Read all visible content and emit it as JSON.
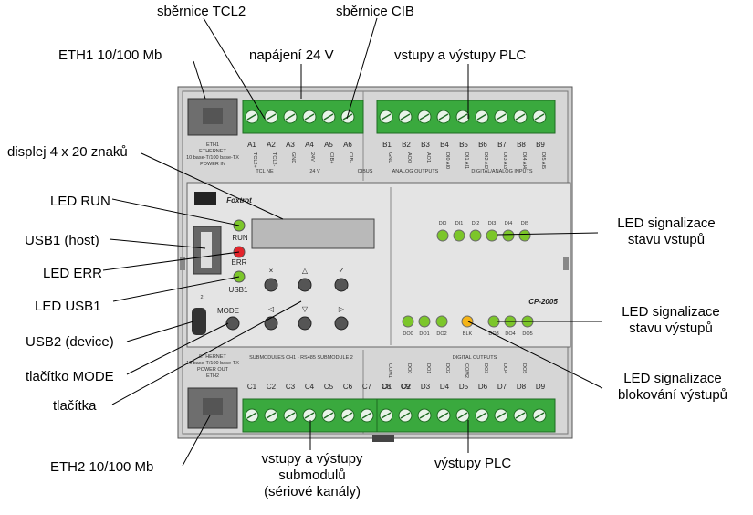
{
  "labels": {
    "tcl2": "sběrnice TCL2",
    "cib": "sběrnice CIB",
    "eth1": "ETH1 10/100 Mb",
    "power": "napájení 24 V",
    "plc_io": "vstupy a výstupy PLC",
    "display": "displej 4 x 20 znaků",
    "led_run": "LED RUN",
    "usb1_host": "USB1 (host)",
    "led_err": "LED ERR",
    "led_usb1": "LED USB1",
    "usb2": "USB2 (device)",
    "mode_btn": "tlačítko MODE",
    "buttons": "tlačítka",
    "eth2": "ETH2 10/100 Mb",
    "sub_line1": "vstupy a výstupy",
    "sub_line2": "submodulů",
    "sub_line3": "(sériové kanály)",
    "plc_out": "výstupy PLC",
    "in_led_1": "LED signalizace",
    "in_led_2": "stavu vstupů",
    "out_led_1": "LED signalizace",
    "out_led_2": "stavu výstupů",
    "blk_led_1": "LED signalizace",
    "blk_led_2": "blokování výstupů"
  },
  "device": {
    "brand": "Foxtrot",
    "model": "CP-2005",
    "run_label": "RUN",
    "err_label": "ERR",
    "usb1_label": "USB1",
    "usb2_num": "2",
    "mode_label": "MODE",
    "eth1_text": [
      "ETH1",
      "ETHERNET",
      "10 base-T/100 base-TX",
      "POWER IN"
    ],
    "eth2_text": [
      "ETHERNET",
      "10 base-T/100 base-TX",
      "POWER OUT",
      "ETH2"
    ],
    "top_left_terminals": [
      "A1",
      "A2",
      "A3",
      "A4",
      "A5",
      "A6"
    ],
    "top_left_signals": [
      "TCL2+",
      "TCL2-",
      "GND",
      "24V",
      "CIB+",
      "CIB-"
    ],
    "top_left_groups": [
      "TCL NE",
      "24 V",
      "CIBUS"
    ],
    "top_right_terminals": [
      "B1",
      "B2",
      "B3",
      "B4",
      "B5",
      "B6",
      "B7",
      "B8",
      "B9"
    ],
    "top_right_signals": [
      "GND",
      "AO0",
      "AO1",
      "DI0 AI0",
      "DI1 AI1",
      "DI2 AI2",
      "DI3 AI3",
      "DI4 AI4",
      "DI5 AI5"
    ],
    "top_right_groups": [
      "ANALOG OUTPUTS",
      "DIGITAL/ANALOG INPUTS"
    ],
    "di_leds": [
      "DI0",
      "DI1",
      "DI2",
      "DI3",
      "DI4",
      "DI5"
    ],
    "do_leds": [
      "DO0",
      "DO1",
      "DO2",
      "BLK",
      "DO3",
      "DO4",
      "DO5"
    ],
    "bottom_left_terminals": [
      "C1",
      "C2",
      "C3",
      "C4",
      "C5",
      "C6",
      "C7",
      "C8",
      "C9"
    ],
    "bottom_left_group": "SUBMODULES CH1 - RS485 SUBMODULE 2",
    "bottom_right_terminals": [
      "D1",
      "D2",
      "D3",
      "D4",
      "D5",
      "D6",
      "D7",
      "D8",
      "D9"
    ],
    "bottom_right_signals": [
      "COM1",
      "DO0",
      "DO1",
      "DO2",
      "COM2",
      "DO3",
      "DO4",
      "DO5",
      ""
    ],
    "bottom_right_group": "DIGITAL OUTPUTS"
  },
  "colors": {
    "terminal_green": "#3aa93e",
    "led_green": "#7cc62a",
    "led_red": "#e3242b",
    "led_orange": "#f5b416",
    "housing": "#d6d6d6"
  }
}
